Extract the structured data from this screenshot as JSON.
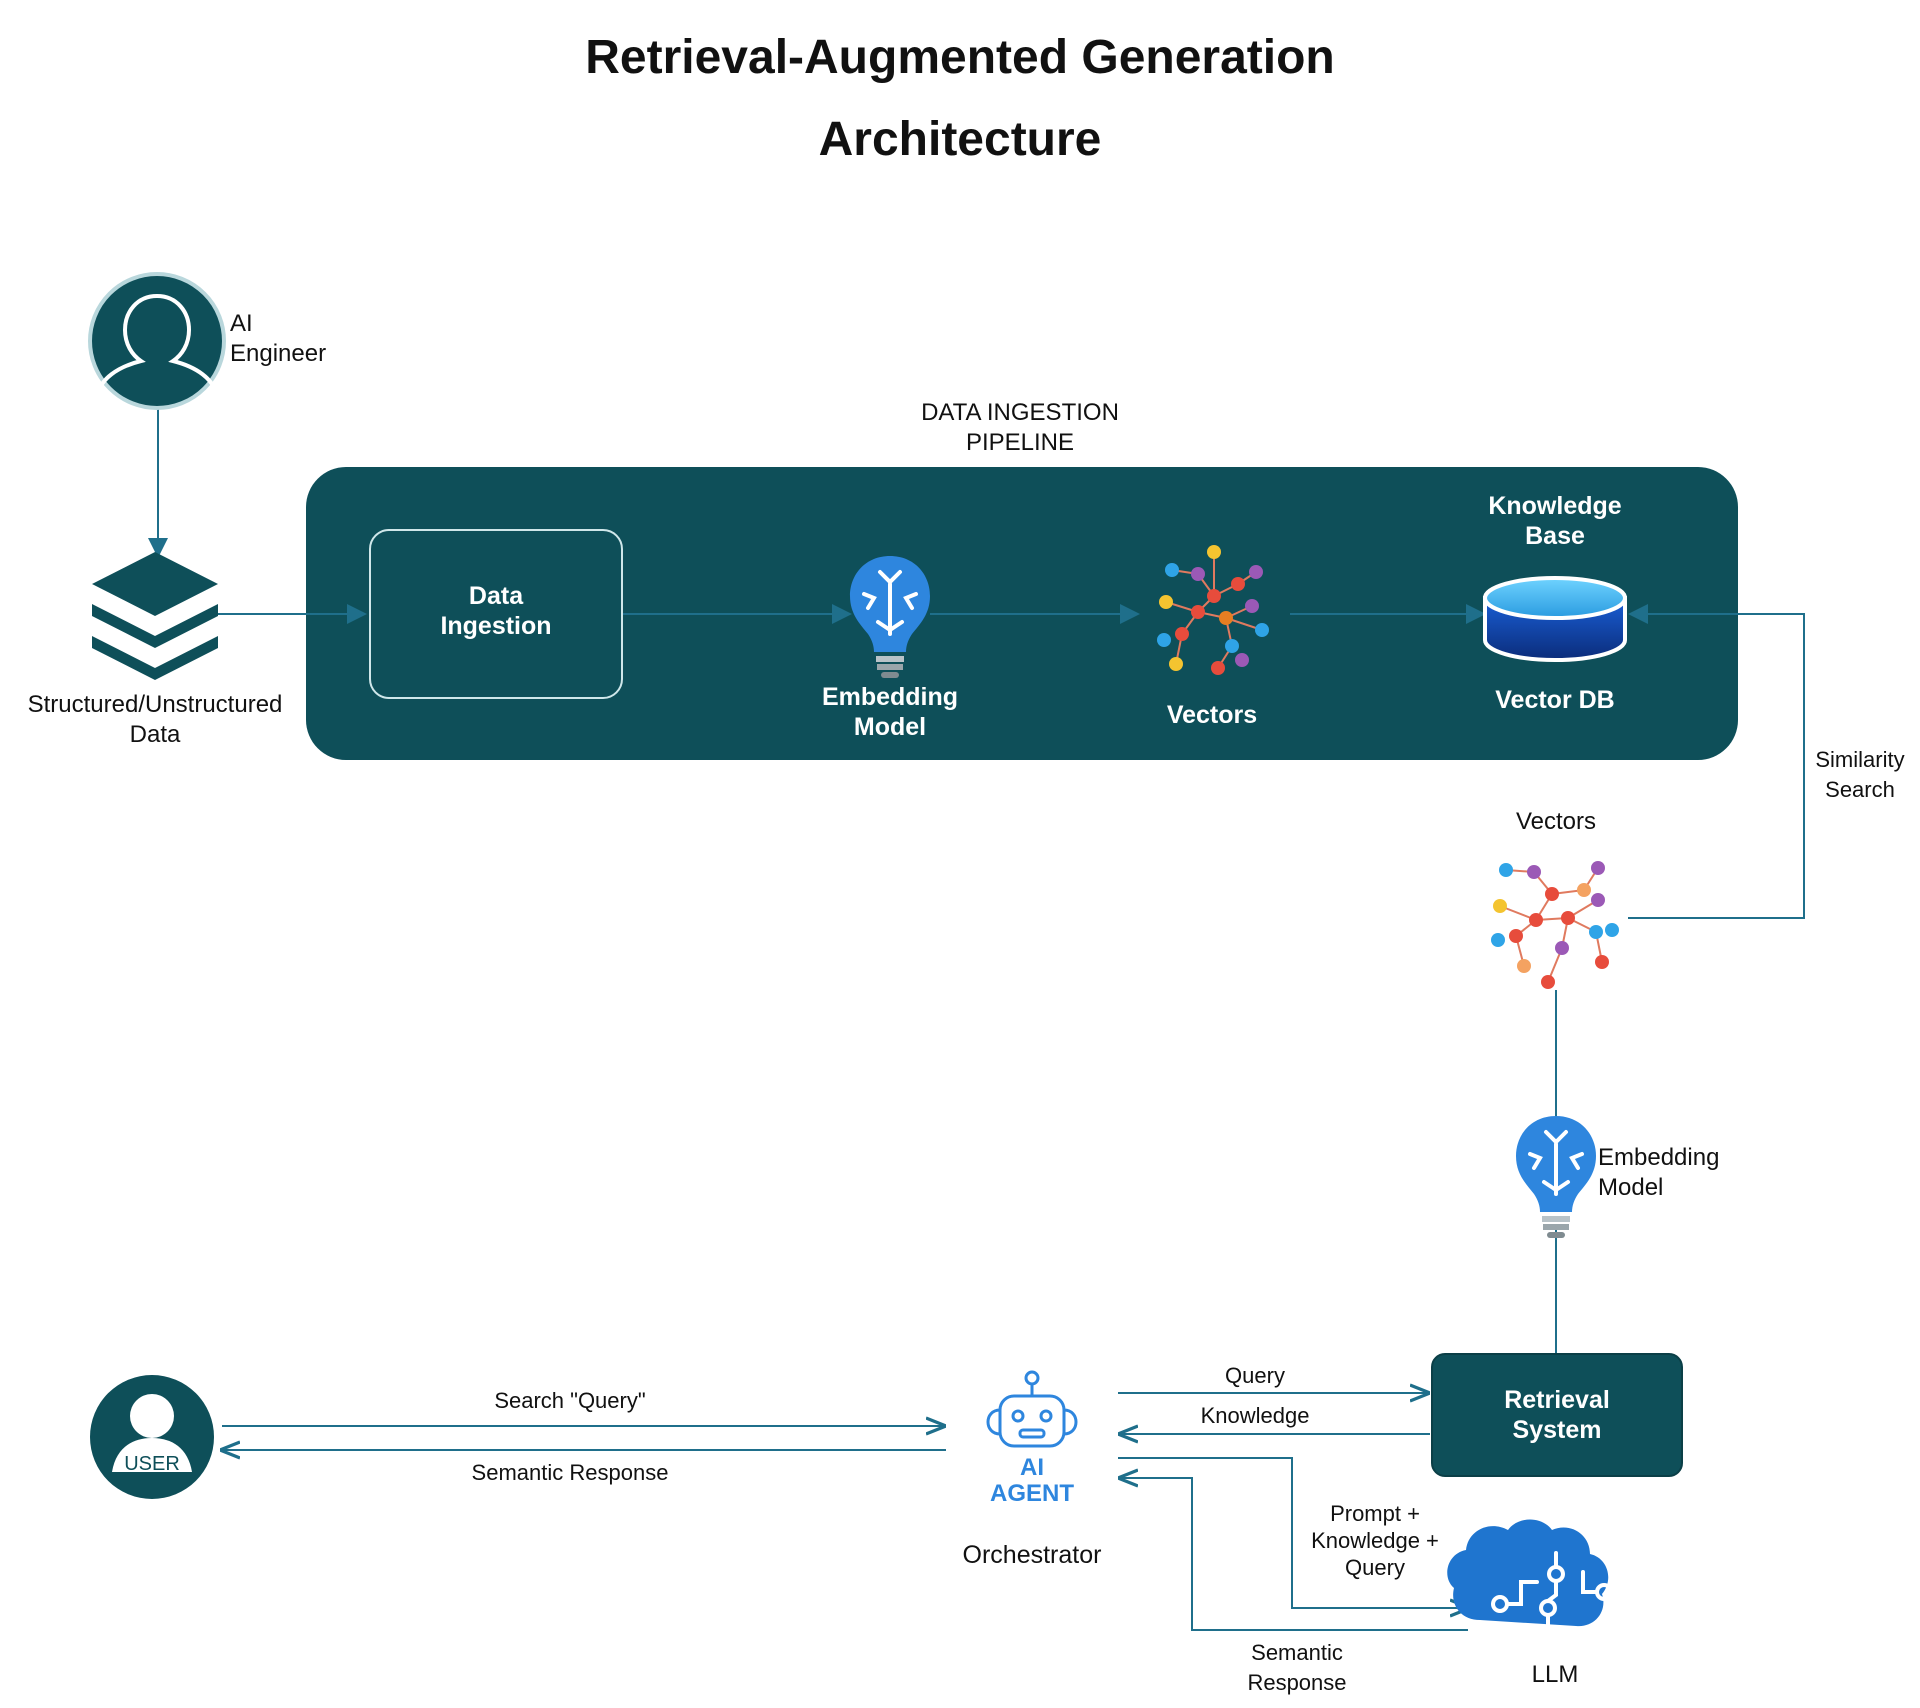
{
  "title": {
    "line1": "Retrieval-Augmented Generation",
    "line2": "Architecture"
  },
  "ai_engineer": {
    "line1": "AI",
    "line2": "Engineer"
  },
  "data_source": {
    "line1": "Structured/Unstructured",
    "line2": "Data"
  },
  "pipeline": {
    "heading_line1": "DATA INGESTION",
    "heading_line2": "PIPELINE",
    "ingestion": {
      "line1": "Data",
      "line2": "Ingestion"
    },
    "embedding": {
      "line1": "Embedding",
      "line2": "Model"
    },
    "vectors": "Vectors",
    "knowledge_base": {
      "line1": "Knowledge",
      "line2": "Base"
    },
    "vector_db": "Vector DB"
  },
  "similarity_search": {
    "line1": "Similarity",
    "line2": "Search"
  },
  "query_vectors": "Vectors",
  "query_embedding": {
    "line1": "Embedding",
    "line2": "Model"
  },
  "retrieval_system": {
    "line1": "Retrieval",
    "line2": "System"
  },
  "user": {
    "label": "USER"
  },
  "arrows": {
    "search_query": "Search \"Query\"",
    "semantic_response": "Semantic Response",
    "query": "Query",
    "knowledge": "Knowledge",
    "prompt_line1": "Prompt +",
    "prompt_line2": "Knowledge +",
    "prompt_line3": "Query",
    "llm_response_line1": "Semantic",
    "llm_response_line2": "Response"
  },
  "agent": {
    "line1": "AI",
    "line2": "AGENT",
    "role": "Orchestrator"
  },
  "llm": "LLM",
  "colors": {
    "teal": "#0e4f59",
    "line": "#1f6f8b",
    "blue": "#2e86de",
    "brain_blue": "#1f75cf"
  },
  "icons": [
    "user-silhouette-icon",
    "layers-icon",
    "lightbulb-brain-icon",
    "network-vectors-icon",
    "database-icon",
    "robot-icon",
    "brain-circuit-icon"
  ]
}
